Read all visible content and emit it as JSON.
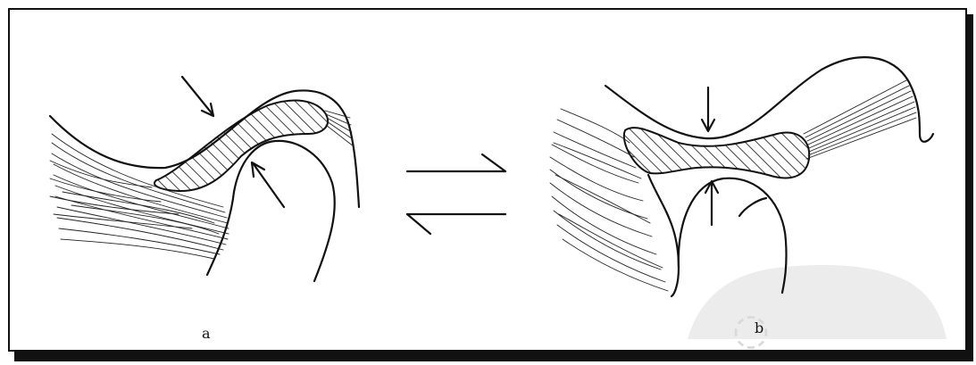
{
  "panels": [
    {
      "id": "a",
      "label": "a"
    },
    {
      "id": "b",
      "label": "b"
    }
  ],
  "colors": {
    "ink": "#111111",
    "paper": "#ffffff",
    "watermark": "#e6e6e6"
  }
}
